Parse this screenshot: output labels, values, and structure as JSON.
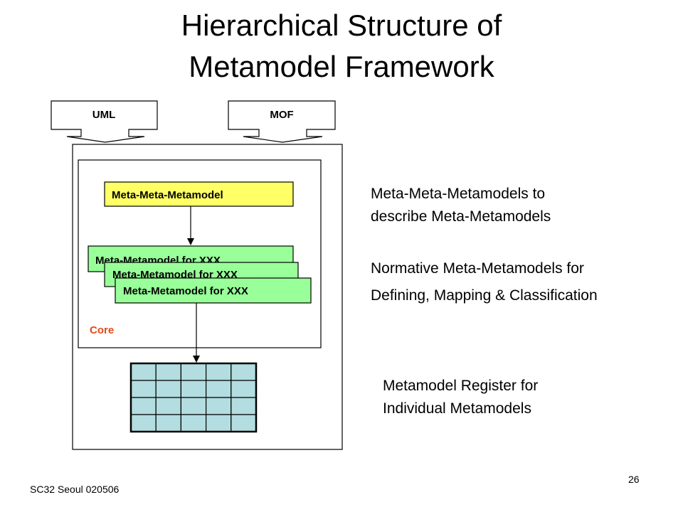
{
  "slide": {
    "title_line1": "Hierarchical Structure of",
    "title_line2": "Metamodel Framework",
    "footer": "SC32 Seoul 020506",
    "page_number": "26"
  },
  "diagram": {
    "inputs": [
      {
        "label": "UML"
      },
      {
        "label": "MOF"
      }
    ],
    "meta_meta_metamodel": "Meta-Meta-Metamodel",
    "metamodels": [
      "Meta-Metamodel for XXX",
      "Meta-Metamodel for XXX",
      "Meta-Metamodel for XXX"
    ],
    "core_label": "Core",
    "register_grid": {
      "rows": 4,
      "cols": 5
    },
    "colors": {
      "yellow_box": "#ffff66",
      "green_box": "#99ff99",
      "grid_fill": "#b3dde0",
      "core_label": "#e04a1a"
    }
  },
  "descriptions": {
    "d1_line1": "Meta-Meta-Metamodels to",
    "d1_line2": "describe Meta-Metamodels",
    "d2_line1": "Normative Meta-Metamodels for",
    "d2_line2": "Defining, Mapping & Classification",
    "d3_line1": "Metamodel Register for",
    "d3_line2": "Individual Metamodels"
  }
}
